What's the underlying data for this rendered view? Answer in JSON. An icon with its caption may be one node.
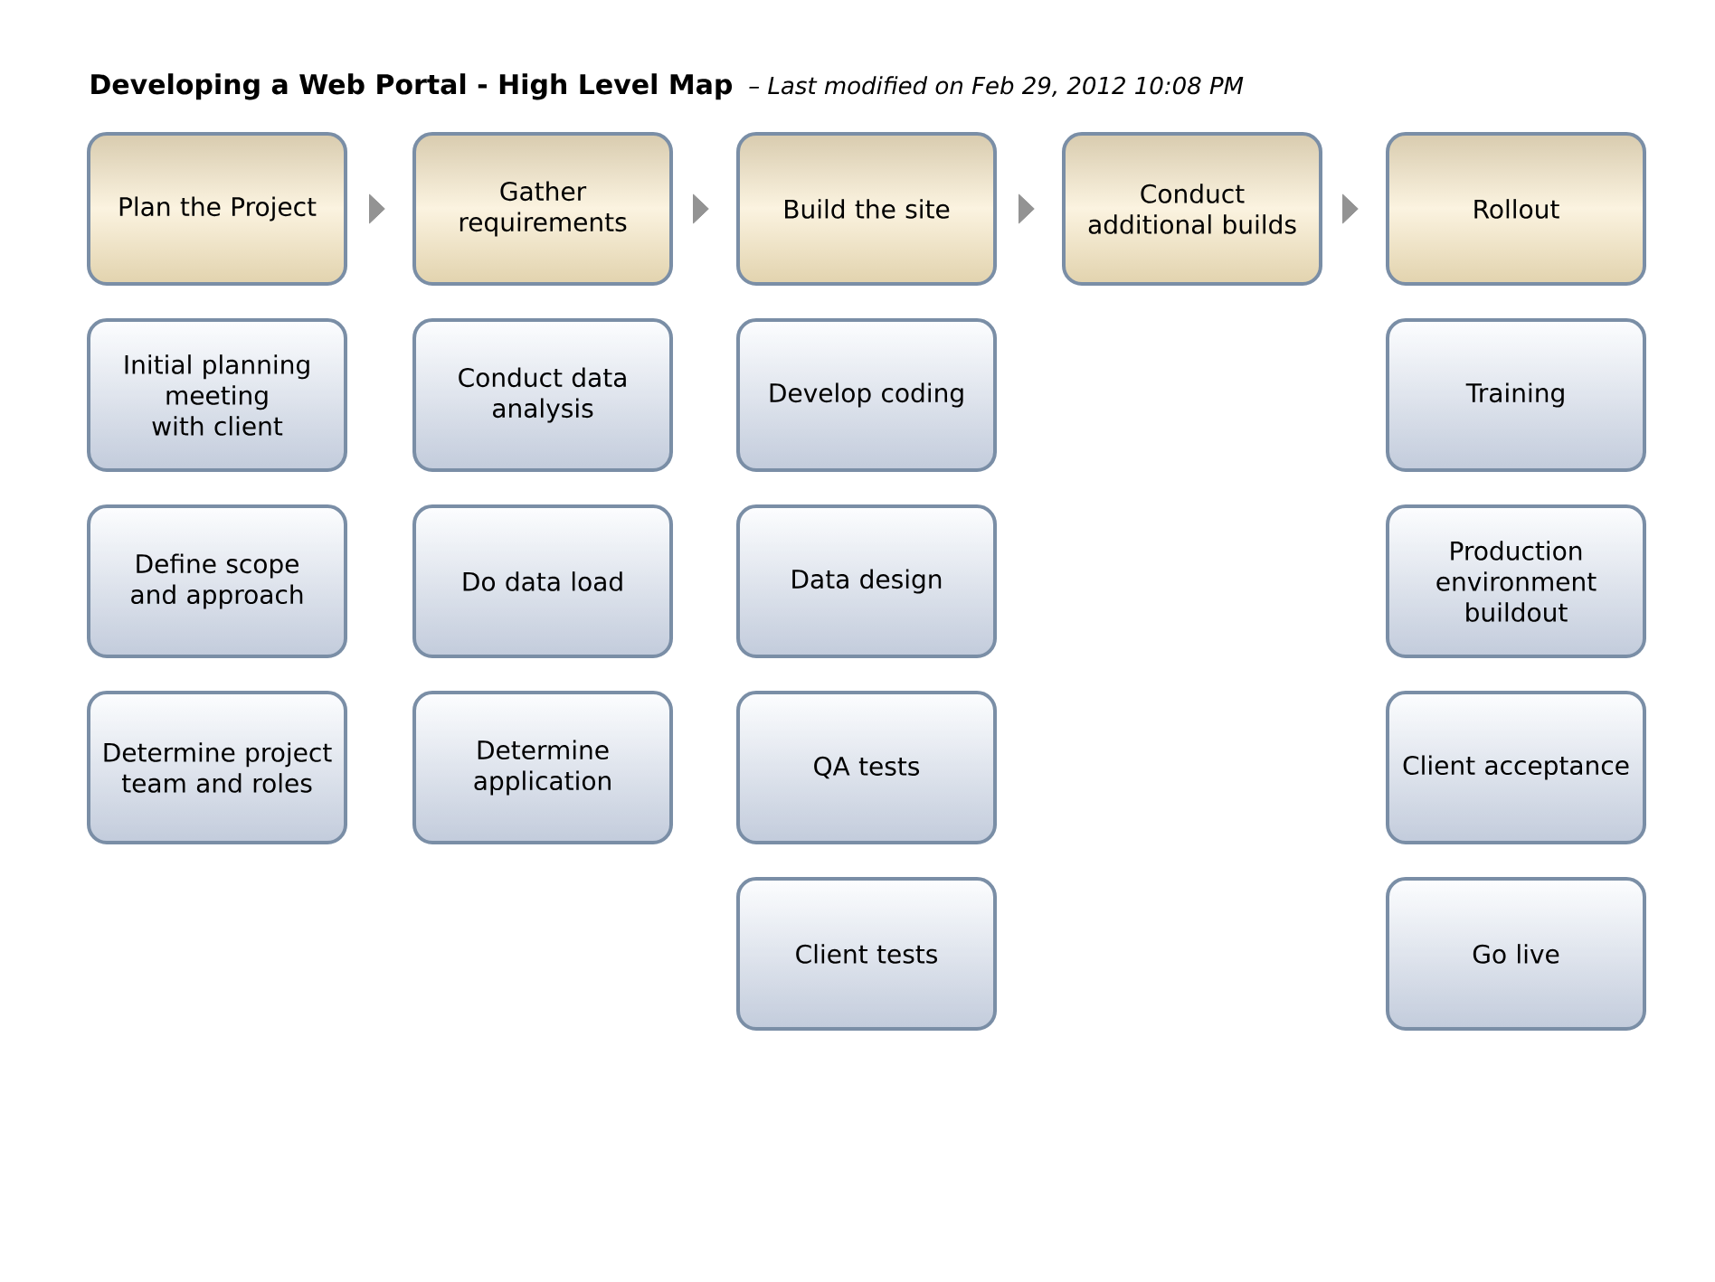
{
  "diagram": {
    "title": "Developing a Web Portal - High Level Map",
    "nodes": [
      {
        "text": [
          "Plan the Project"
        ]
      },
      {
        "text": [
          "Gather requirements"
        ]
      },
      {
        "text": [
          "Build the site"
        ]
      },
      {
        "text": [
          "Conduct additional builds"
        ]
      },
      {
        "text": [
          "Rollout"
        ]
      },
      {
        "text": [
          "Initial planning meeting with client"
        ]
      },
      {
        "text": [
          "Conduct data analysis"
        ]
      },
      {
        "text": [
          "Develop coding"
        ]
      },
      {
        "text": [
          "Training"
        ]
      },
      {
        "text": [
          "Define scope and approach"
        ]
      },
      {
        "text": [
          "Do data load"
        ]
      },
      {
        "text": [
          "Data design"
        ]
      },
      {
        "text": [
          "Production environment buildout"
        ]
      },
      {
        "text": [
          "Determine project team and roles"
        ]
      },
      {
        "text": [
          "Determine application"
        ]
      },
      {
        "text": [
          "QA tests"
        ]
      },
      {
        "text": [
          "Client acceptance"
        ]
      },
      {
        "text": [
          "Client tests"
        ]
      },
      {
        "text": [
          "Go live"
        ]
      }
    ],
    "edges": [
      {
        "from": 0,
        "to": 1,
        "arrow": "to"
      },
      {
        "from": 1,
        "to": 2,
        "arrow": "to"
      },
      {
        "from": 2,
        "to": 3,
        "arrow": "to"
      },
      {
        "from": 3,
        "to": 4,
        "arrow": "to"
      }
    ],
    "labels": [
      "– Last modified on Feb 29, 2012 10:08 PM"
    ]
  }
}
